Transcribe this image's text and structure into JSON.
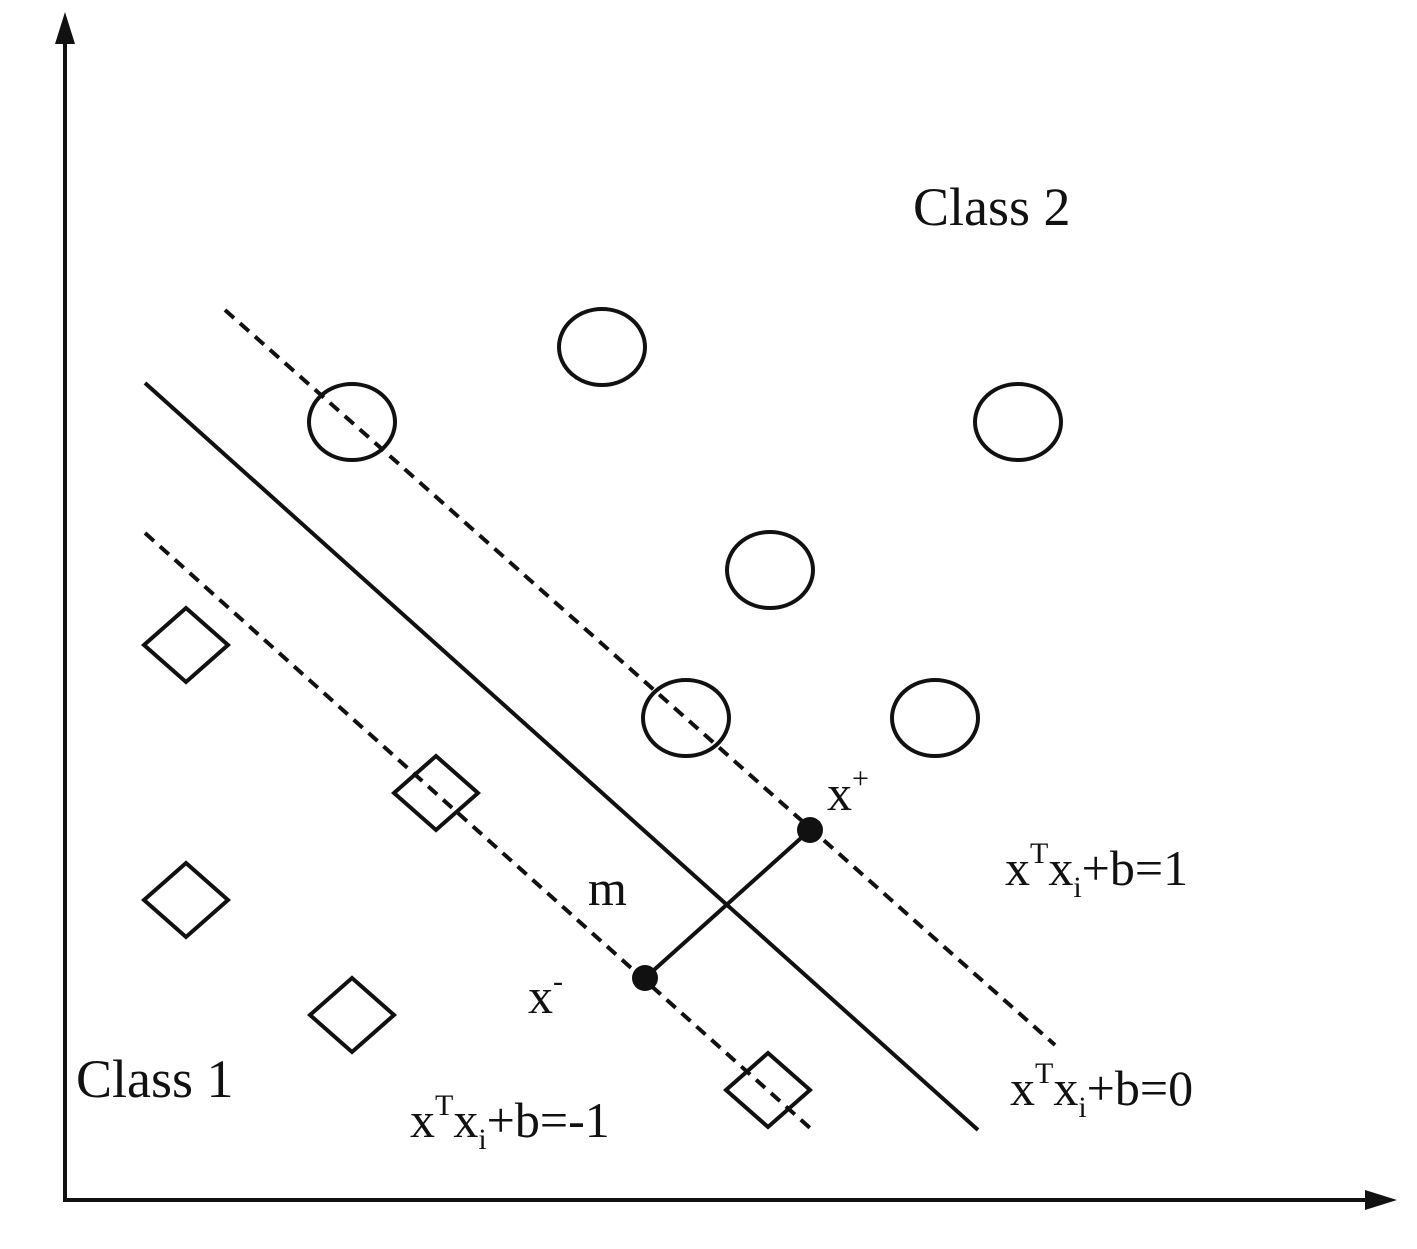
{
  "title": "SVM maximum-margin hyperplane",
  "labels": {
    "class2": "Class 2",
    "class1": "Class 1",
    "margin": "m",
    "x_plus": "x",
    "x_plus_sup": "+",
    "x_minus": "x",
    "x_minus_sup": "-"
  },
  "equations": {
    "upper": {
      "a": "x",
      "sup": "T",
      "b": "x",
      "sub": "i",
      "rest": "+b=1"
    },
    "middle": {
      "a": "x",
      "sup": "T",
      "b": "x",
      "sub": "i",
      "rest": "+b=0"
    },
    "lower": {
      "a": "x",
      "sup": "T",
      "b": "x",
      "sub": "i",
      "rest": "+b=-1"
    }
  },
  "classes": {
    "class2_marker": "circle",
    "class1_marker": "diamond"
  },
  "colors": {
    "ink": "#111111",
    "background": "#ffffff"
  }
}
